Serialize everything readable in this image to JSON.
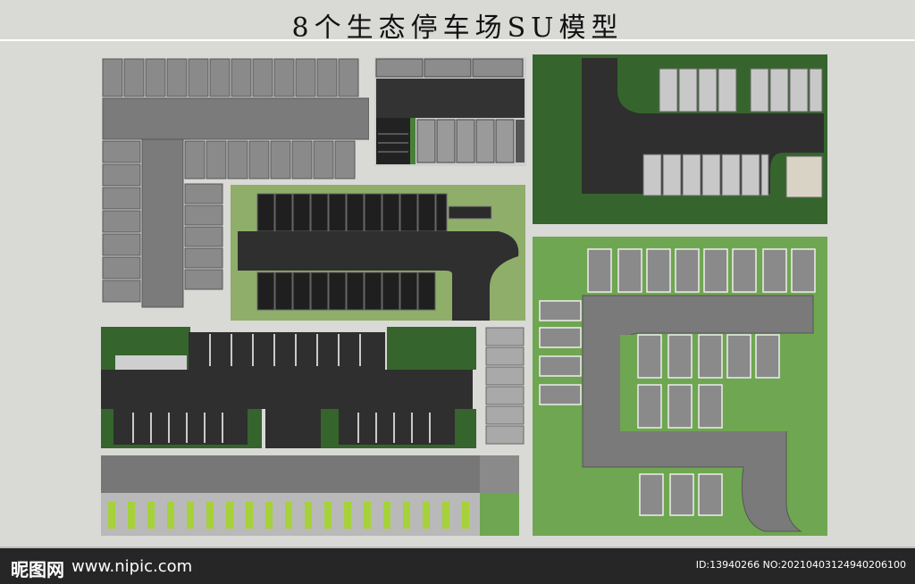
{
  "title": "8个生态停车场SU模型",
  "footer": {
    "logo": "昵图网",
    "url": "www.nipic.com",
    "id": "ID:13940266 NO:20210403124940206100"
  },
  "colors": {
    "background": "#d9d9d6",
    "asphalt": "#2f2f2f",
    "paving_gray": "#7b7b7b",
    "grass": "#6fa651",
    "hedge": "#35652c",
    "stall_line": "#ffffff"
  },
  "panels": [
    {
      "name": "t-shaped-gray-lot"
    },
    {
      "name": "dark-lot-with-stairs"
    },
    {
      "name": "hedge-lot-with-gray-stalls"
    },
    {
      "name": "grass-lot-with-black-stalls"
    },
    {
      "name": "green-field-lot-with-curved-road"
    },
    {
      "name": "long-lot-with-hedges"
    },
    {
      "name": "gray-stall-strip"
    },
    {
      "name": "green-grass-paver-strip"
    }
  ]
}
